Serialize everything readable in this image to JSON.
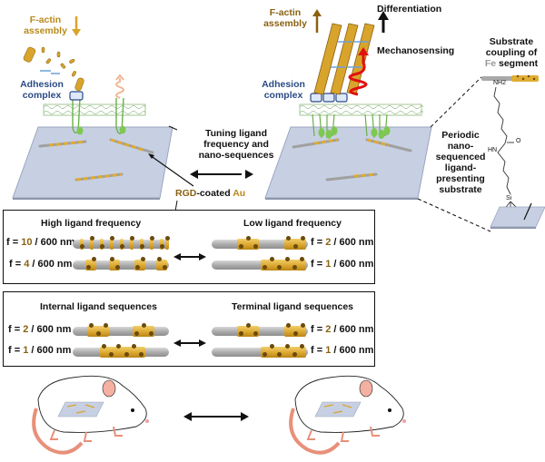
{
  "top_left": {
    "factin_label_line1": "F-actin",
    "factin_label_line2": "assembly",
    "adhesion_line1": "Adhesion",
    "adhesion_line2": "complex",
    "factin_direction": "down"
  },
  "top_middle": {
    "tuning_line1": "Tuning ligand",
    "tuning_line2": "frequency and",
    "tuning_line3": "nano-sequences",
    "rgd_prefix": "RGD",
    "rgd_mid": "-coated ",
    "rgd_suffix": "Au"
  },
  "top_right": {
    "factin_label_line1": "F-actin",
    "factin_label_line2": "assembly",
    "factin_direction": "up",
    "adhesion_line1": "Adhesion",
    "adhesion_line2": "complex",
    "differentiation": "Differentiation",
    "mechanosensing": "Mechanosensing"
  },
  "side_panel": {
    "coupling_line1": "Substrate",
    "coupling_line2": "coupling of",
    "coupling_fe": "Fe",
    "coupling_segment": " segment",
    "periodic_line1": "Periodic",
    "periodic_line2": "nano-",
    "periodic_line3": "sequenced",
    "periodic_line4": "ligand-",
    "periodic_line5": "presenting",
    "periodic_line6": "substrate",
    "chem_nh2": "NH2",
    "chem_hn": "HN",
    "chem_o": "O",
    "chem_si": "Si"
  },
  "frequency_box": {
    "left_title": "High ligand frequency",
    "right_title": "Low ligand frequency",
    "rows": [
      {
        "prefix": "f = ",
        "value": "10",
        "suffix": " / 600 nm"
      },
      {
        "prefix": "f = ",
        "value": "4",
        "suffix": " / 600 nm"
      },
      {
        "prefix": "f = ",
        "value": "2",
        "suffix": " / 600 nm"
      },
      {
        "prefix": "f = ",
        "value": "1",
        "suffix": " / 600 nm"
      }
    ]
  },
  "sequence_box": {
    "left_title": "Internal ligand sequences",
    "right_title": "Terminal ligand sequences",
    "rows": [
      {
        "prefix": "f = ",
        "value": "2",
        "suffix": " / 600 nm"
      },
      {
        "prefix": "f = ",
        "value": "1",
        "suffix": " / 600 nm"
      },
      {
        "prefix": "f = ",
        "value": "2",
        "suffix": " / 600 nm"
      },
      {
        "prefix": "f = ",
        "value": "1",
        "suffix": " / 600 nm"
      }
    ]
  },
  "colors": {
    "gold": "#d9a42c",
    "brown_text": "#8a6212",
    "navy_text": "#2b4a86",
    "substrate": "#c7d0e2",
    "red_arrow": "#e01010",
    "integrin_green": "#7ec850"
  }
}
